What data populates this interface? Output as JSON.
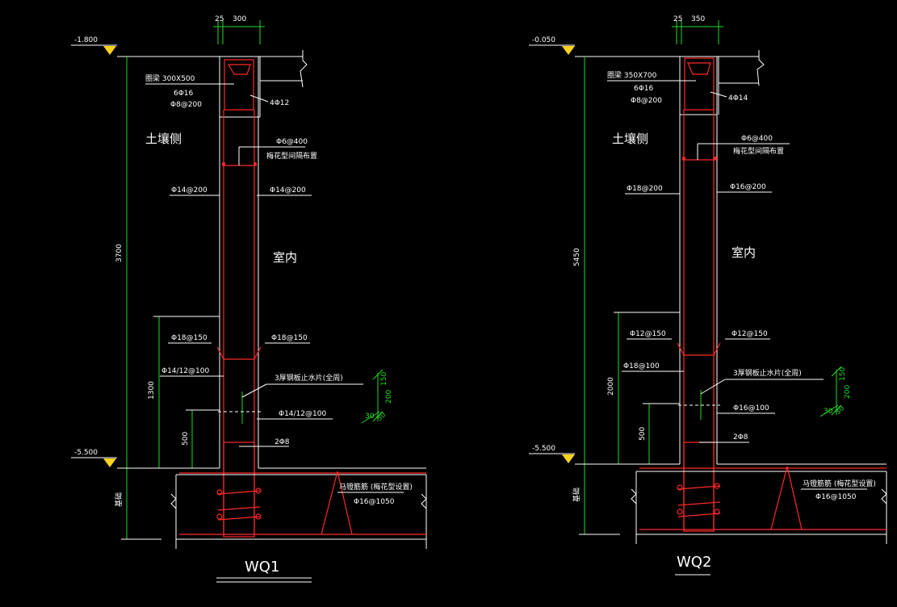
{
  "wq1": {
    "title": "WQ1",
    "top_level": "-1.800",
    "bottom_level": "-5.500",
    "dim_25": "25",
    "dim_wall": "300",
    "dim_height": "3700",
    "dim_1300": "1300",
    "dim_500": "500",
    "beam_label": "圈梁 300X500",
    "beam_rebar1": "6Φ16",
    "beam_rebar2": "Φ8@200",
    "beam_side_rebar": "4Φ12",
    "tie_rebar": "Φ6@400",
    "tie_note": "梅花型间隔布置",
    "soil_side": "土壤侧",
    "interior": "室内",
    "left_vert": "Φ14@200",
    "right_vert": "Φ14@200",
    "left_lower": "Φ18@150",
    "right_lower": "Φ18@150",
    "left_horiz": "Φ14/12@100",
    "waterstop": "3厚钢板止水片(全周)",
    "right_horiz": "Φ14/12@100",
    "bottom_rebar": "2Φ8",
    "stirrup_note": "马镫筋筋 (梅花型设置)",
    "stirrup_rebar": "Φ16@1050",
    "foundation": "基础",
    "ws_a": "150",
    "ws_b": "200",
    "ws_c": "30",
    "ws_d": "30"
  },
  "wq2": {
    "title": "WQ2",
    "top_level": "-0.050",
    "bottom_level": "-5.500",
    "dim_25": "25",
    "dim_wall": "350",
    "dim_height": "5450",
    "dim_2000": "2000",
    "dim_500": "500",
    "beam_label": "圈梁 350X700",
    "beam_rebar1": "6Φ16",
    "beam_rebar2": "Φ8@200",
    "beam_side_rebar": "4Φ14",
    "tie_rebar": "Φ6@400",
    "tie_note": "梅花型间隔布置",
    "soil_side": "土壤侧",
    "interior": "室内",
    "left_vert": "Φ18@200",
    "right_vert": "Φ16@200",
    "left_lower": "Φ12@150",
    "right_lower": "Φ12@150",
    "left_horiz": "Φ18@100",
    "waterstop": "3厚钢板止水片(全周)",
    "right_horiz": "Φ16@100",
    "bottom_rebar": "2Φ8",
    "stirrup_note": "马镫筋筋 (梅花型设置)",
    "stirrup_rebar": "Φ16@1050",
    "foundation": "基础",
    "ws_a": "150",
    "ws_b": "200",
    "ws_c": "30",
    "ws_d": "30"
  },
  "colors": {
    "background": "#000000",
    "line": "#ffffff",
    "rebar": "#ff2a2a",
    "dimension": "#22dd22",
    "level_marker": "#ffd21f"
  }
}
